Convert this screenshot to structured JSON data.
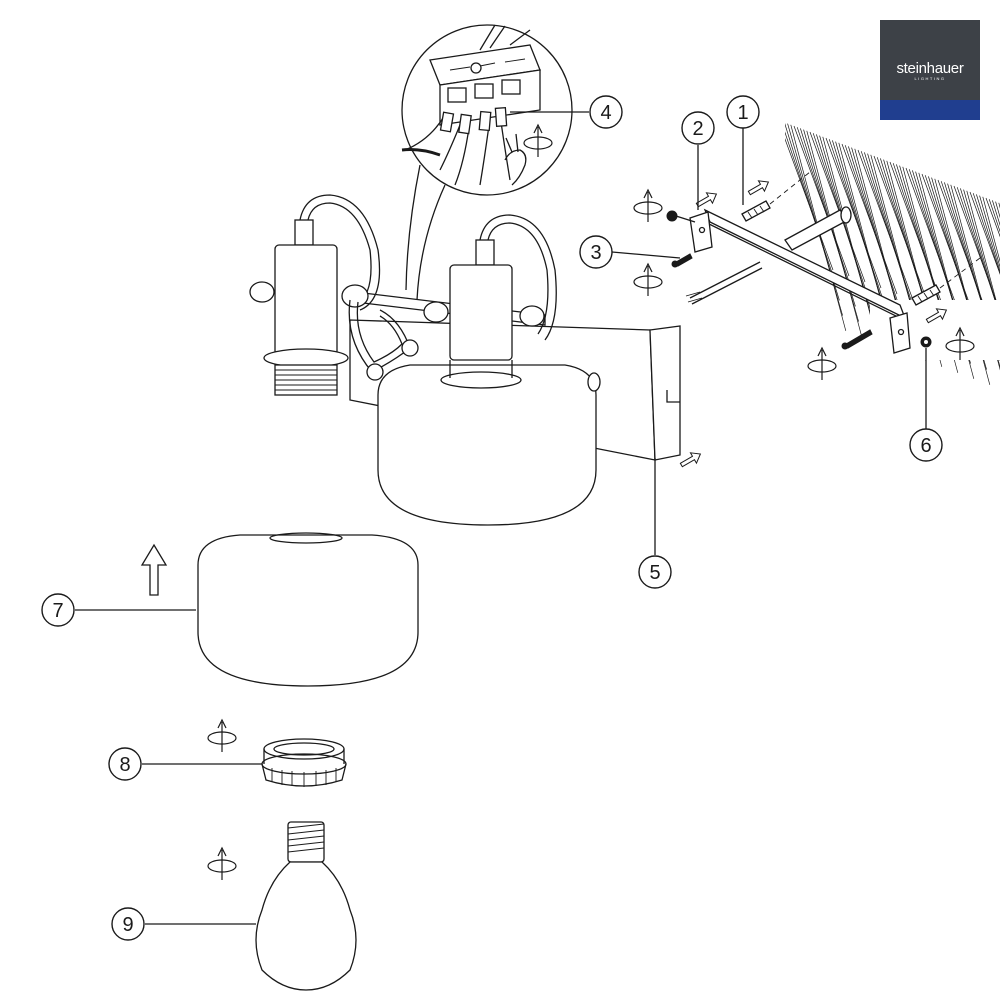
{
  "logo": {
    "name": "steinhauer",
    "sub": "LIGHTING",
    "colors": {
      "top": "#3d4147",
      "bottom": "#203e8f",
      "text": "#ffffff"
    }
  },
  "callouts": [
    {
      "id": "callout-1",
      "label": "1"
    },
    {
      "id": "callout-2",
      "label": "2"
    },
    {
      "id": "callout-3",
      "label": "3"
    },
    {
      "id": "callout-4",
      "label": "4"
    },
    {
      "id": "callout-5",
      "label": "5"
    },
    {
      "id": "callout-6",
      "label": "6"
    },
    {
      "id": "callout-7",
      "label": "7"
    },
    {
      "id": "callout-8",
      "label": "8"
    },
    {
      "id": "callout-9",
      "label": "9"
    }
  ],
  "icons": [
    "rotate-icon",
    "arrow-up-icon",
    "direction-arrow-icon",
    "wall-hatch"
  ]
}
